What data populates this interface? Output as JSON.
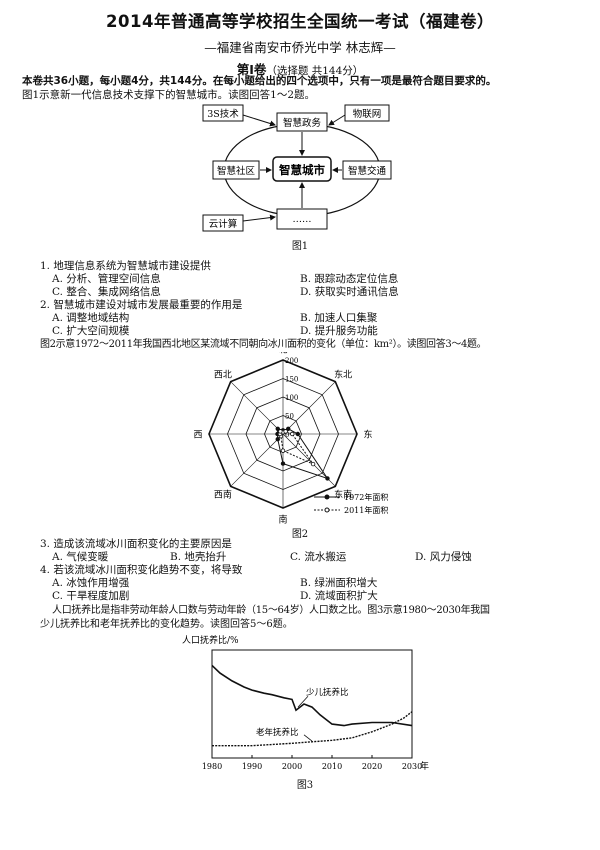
{
  "title": "2014年普通高等学校招生全国统一考试（福建卷）",
  "subtitle": "—福建省南安市侨光中学 林志辉—",
  "section": {
    "label": "第Ⅰ卷",
    "note": "（选择题 共144分）"
  },
  "instructions": "本卷共36小题，每小题4分，共144分。在每小题给出的四个选项中，只有一项是最符合题目要求的。",
  "fig1_intro": "图1示意新一代信息技术支撑下的智慧城市。读图回答1～2题。",
  "fig1": {
    "center": "智慧城市",
    "nodes": {
      "top": "智慧政务",
      "left": "智慧社区",
      "right": "智慧交通",
      "bottom": "……"
    },
    "corners": {
      "tl": "3S技术",
      "tr": "物联网",
      "bl": "云计算"
    },
    "caption": "图1"
  },
  "q1": {
    "stem": "1. 地理信息系统为智慧城市建设提供",
    "A": "A. 分析、管理空间信息",
    "B": "B. 跟踪动态定位信息",
    "C": "C. 整合、集成网络信息",
    "D": "D. 获取实时通讯信息"
  },
  "q2": {
    "stem": "2. 智慧城市建设对城市发展最重要的作用是",
    "A": "A. 调整地域结构",
    "B": "B. 加速人口集聚",
    "C": "C. 扩大空间规模",
    "D": "D. 提升服务功能"
  },
  "fig2_intro": "图2示意1972～2011年我国西北地区某流域不同朝向冰川面积的变化（单位：km²）。读图回答3～4题。",
  "fig2": {
    "directions": [
      "北",
      "东北",
      "东",
      "东南",
      "南",
      "西南",
      "西",
      "西北"
    ],
    "ticks": [
      "200",
      "150",
      "100",
      "50",
      "0"
    ],
    "legend": [
      "1972年面积",
      "2011年面积"
    ],
    "caption": "图2"
  },
  "q3": {
    "stem": "3. 造成该流域冰川面积变化的主要原因是",
    "A": "A. 气候变暖",
    "B": "B. 地壳抬升",
    "C": "C. 流水搬运",
    "D": "D. 风力侵蚀"
  },
  "q4": {
    "stem": "4. 若该流域冰川面积变化趋势不变，将导致",
    "A": "A. 冰蚀作用增强",
    "B": "B. 绿洲面积增大",
    "C": "C. 干旱程度加剧",
    "D": "D. 流域面积扩大"
  },
  "fig3_intro1": "人口抚养比是指非劳动年龄人口数与劳动年龄（15～64岁）人口数之比。图3示意1980～2030年我国",
  "fig3_intro2": "少儿抚养比和老年抚养比的变化趋势。读图回答5～6题。",
  "fig3": {
    "caption": "图3"
  },
  "chart_data": [
    {
      "type": "radar",
      "categories": [
        "北",
        "东北",
        "东",
        "东南",
        "南",
        "西南",
        "西",
        "西北"
      ],
      "rlim": [
        0,
        200
      ],
      "series": [
        {
          "name": "1972年面积",
          "values": [
            10,
            20,
            40,
            170,
            80,
            20,
            15,
            20
          ]
        },
        {
          "name": "2011年面积",
          "values": [
            5,
            10,
            25,
            115,
            45,
            8,
            8,
            10
          ]
        }
      ],
      "caption": "图2"
    },
    {
      "type": "line",
      "ylabel": "人口抚养比/%",
      "xlabel": "年",
      "xlim": [
        1980,
        2030
      ],
      "ylim": [
        0,
        70
      ],
      "xticks": [
        1980,
        1990,
        2000,
        2010,
        2020,
        2030
      ],
      "series": [
        {
          "name": "少儿抚养比",
          "x": [
            1980,
            1982,
            1985,
            1988,
            1990,
            1993,
            1995,
            1998,
            2000,
            2001,
            2003,
            2005,
            2007,
            2010,
            2013,
            2015,
            2020,
            2025,
            2030
          ],
          "values": [
            60,
            55,
            50,
            46,
            44,
            42,
            41,
            39,
            38,
            31,
            35,
            33,
            28,
            22,
            21,
            22,
            23,
            23,
            21
          ]
        },
        {
          "name": "老年抚养比",
          "x": [
            1980,
            1990,
            2000,
            2005,
            2010,
            2015,
            2020,
            2025,
            2028,
            2030
          ],
          "values": [
            8,
            8,
            9.5,
            10.5,
            11.5,
            13,
            17,
            22,
            26,
            30
          ]
        }
      ],
      "caption": "图3"
    }
  ]
}
